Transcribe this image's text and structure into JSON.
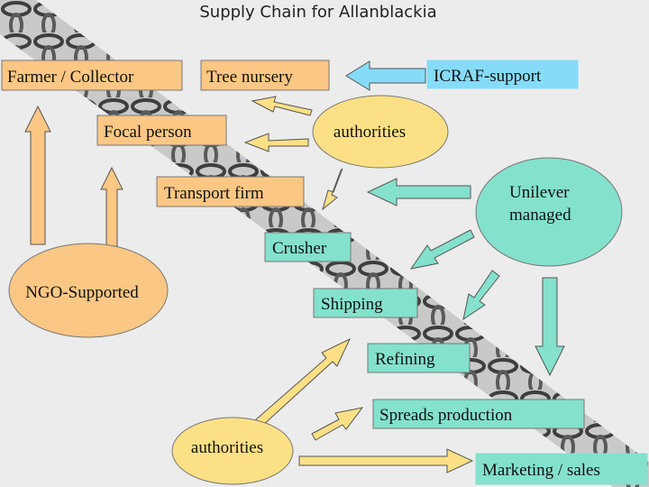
{
  "title": "Supply Chain for Allanblackia",
  "colors": {
    "background": "#ececec",
    "orange": "#fbc784",
    "yellow": "#fbe086",
    "teal": "#84e1cc",
    "blue": "#86dcf8",
    "chain": "#4a4a4a"
  },
  "nodes": {
    "farmer_collector": "Farmer / Collector",
    "tree_nursery": "Tree nursery",
    "icraf_support": "ICRAF-support",
    "focal_person": "Focal person",
    "authorities_top": "authorities",
    "transport_firm": "Transport firm",
    "unilever_line1": "Unilever",
    "unilever_line2": "managed",
    "crusher": "Crusher",
    "ngo_supported": "NGO-Supported",
    "shipping": "Shipping",
    "refining": "Refining",
    "spreads_production": "Spreads production",
    "authorities_bottom": "authorities",
    "marketing_sales": "Marketing / sales"
  }
}
